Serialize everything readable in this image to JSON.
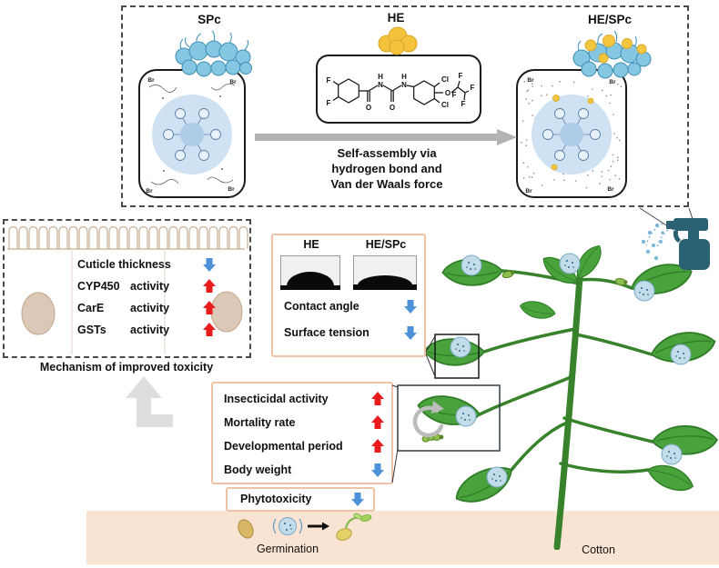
{
  "top_panel": {
    "spc_label": "SPc",
    "he_label": "HE",
    "hespc_label": "HE/SPc",
    "assembly_lines": [
      "Self-assembly via",
      "hydrogen bond and",
      "Van der Waals force"
    ]
  },
  "chem": {
    "atoms": [
      "F",
      "F",
      "O",
      "H",
      "N",
      "O",
      "H",
      "N",
      "Cl",
      "Cl",
      "O",
      "F",
      "F",
      "F",
      "F"
    ]
  },
  "structure": {
    "br_label": "Br"
  },
  "mechanism_panel": {
    "caption": "Mechanism of improved toxicity",
    "rows": [
      {
        "name": "Cuticle thickness",
        "suffix": "",
        "dir": "down"
      },
      {
        "name": "CYP450",
        "suffix": "activity",
        "dir": "up"
      },
      {
        "name": "CarE",
        "suffix": "activity",
        "dir": "up"
      },
      {
        "name": "GSTs",
        "suffix": "activity",
        "dir": "up"
      }
    ]
  },
  "contact_panel": {
    "he_label": "HE",
    "hespc_label": "HE/SPc",
    "rows": [
      {
        "label": "Contact angle",
        "dir": "down"
      },
      {
        "label": "Surface tension",
        "dir": "down"
      }
    ]
  },
  "activity_panel": {
    "rows": [
      {
        "label": "Insecticidal activity",
        "dir": "up"
      },
      {
        "label": "Mortality rate",
        "dir": "up"
      },
      {
        "label": "Developmental period",
        "dir": "up"
      },
      {
        "label": "Body weight",
        "dir": "down"
      }
    ]
  },
  "phyto_panel": {
    "label": "Phytotoxicity",
    "dir": "down"
  },
  "labels": {
    "germination": "Germination",
    "cotton": "Cotton"
  },
  "colors": {
    "up_arrow": "#e81c1c",
    "down_arrow": "#4d92d8",
    "panel_border": "#f0c3a8",
    "soil": "#f9e4d3"
  }
}
